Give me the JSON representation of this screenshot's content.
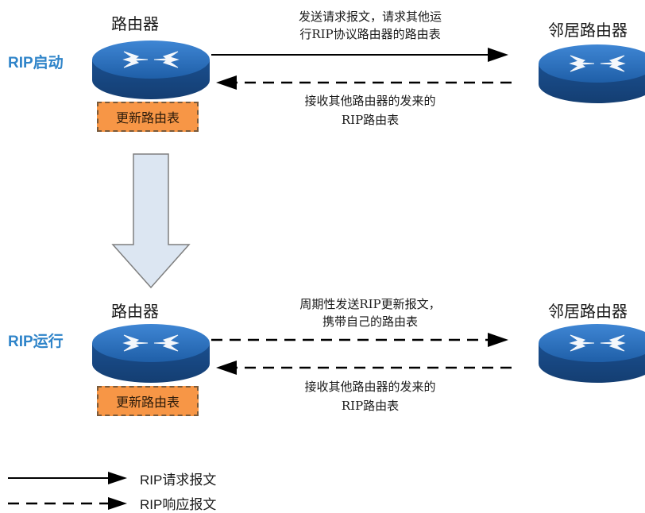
{
  "stages": [
    {
      "label": "RIP启动",
      "router_title": "路由器",
      "neighbor_title": "邻居路由器",
      "update_box": "更新路由表",
      "request_msg_line1": "发送请求报文，请求其他运",
      "request_msg_line2": "行RIP协议路由器的路由表",
      "response_msg_line1": "接收其他路由器的发来的",
      "response_msg_line2": "RIP路由表"
    },
    {
      "label": "RIP运行",
      "router_title": "路由器",
      "neighbor_title": "邻居路由器",
      "update_box": "更新路由表",
      "request_msg_line1": "周期性发送RIP更新报文，",
      "request_msg_line2": "携带自己的路由表",
      "response_msg_line1": "接收其他路由器的发来的",
      "response_msg_line2": "RIP路由表"
    }
  ],
  "legend": {
    "request": "RIP请求报文",
    "response": "RIP响应报文"
  },
  "colors": {
    "accent_label": "#2f84c9",
    "router_fill": "#1f5fa8",
    "update_box_fill": "#f79646",
    "big_arrow_fill": "#dce6f2"
  }
}
